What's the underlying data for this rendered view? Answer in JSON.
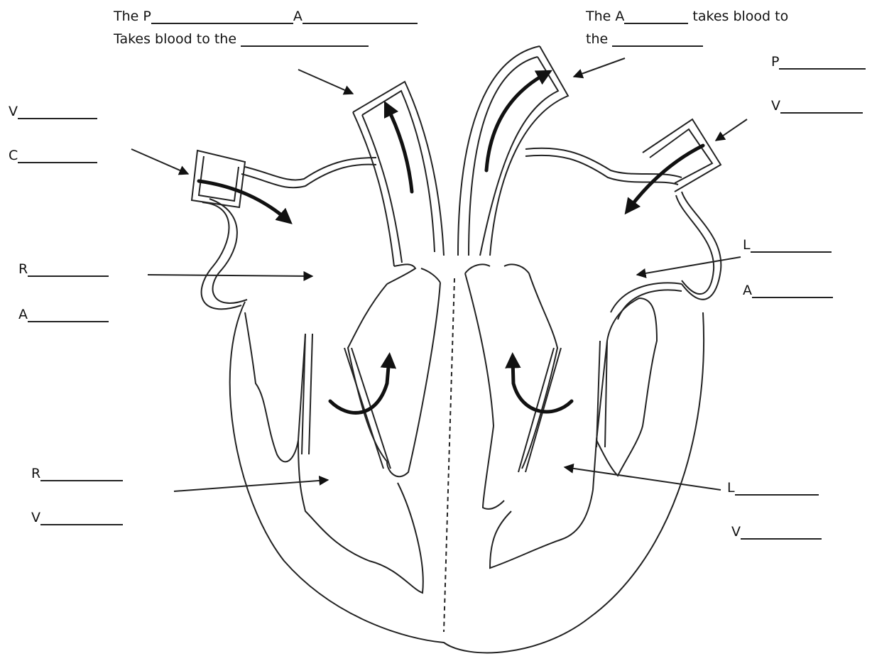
{
  "worksheet": {
    "colors": {
      "ink": "#111111",
      "background": "#ffffff"
    },
    "header_left": {
      "line1_prefix": "The P",
      "line1_mid": "A",
      "line2_prefix": "Takes blood to the"
    },
    "header_right": {
      "line1_prefix": "The A",
      "line1_suffix": "takes blood to",
      "line2_prefix": "the"
    },
    "labels_left": {
      "v_top": "V",
      "c": "C",
      "r_atrium": "R",
      "a_atrium": "A",
      "r_ventricle": "R",
      "v_ventricle": "V"
    },
    "labels_right": {
      "p": "P",
      "v_top": "V",
      "l_atrium": "L",
      "a_atrium": "A",
      "l_ventricle": "L",
      "v_ventricle": "V"
    }
  }
}
